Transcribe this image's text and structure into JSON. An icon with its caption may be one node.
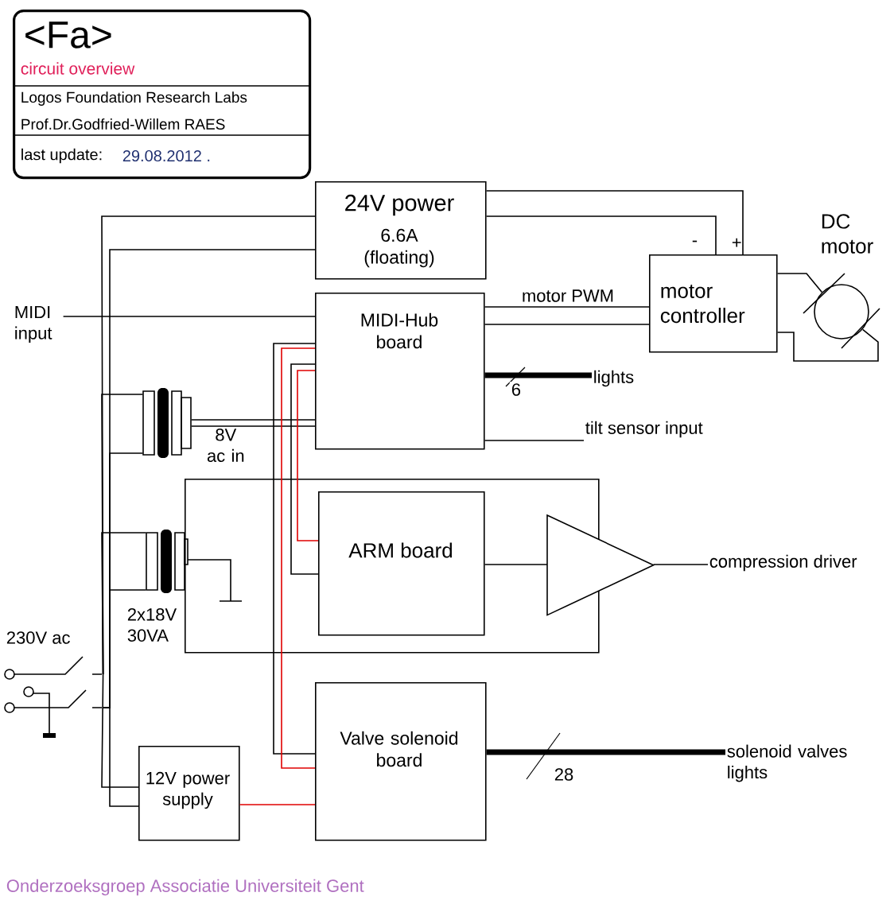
{
  "diagram": {
    "nodes": [
      {
        "text": [
          "<Fa>",
          "circuit overview",
          "Logos Foundation Research Labs",
          "Prof.Dr.Godfried-Willem RAES",
          "last update:",
          "29.08.2012 ."
        ]
      },
      {
        "text": [
          "24V power",
          "6.6A (floating)"
        ]
      },
      {
        "text": [
          "motor controller"
        ],
        "beside": [
          "-",
          "+"
        ]
      },
      {
        "text": [
          "DC motor"
        ]
      },
      {
        "text": [
          "MIDI-Hub board"
        ]
      },
      {
        "text": [
          "MIDI input"
        ]
      },
      {
        "text": [
          "lights"
        ]
      },
      {
        "text": [
          "tilt sensor input"
        ]
      },
      {
        "text": [],
        "shape": "transformer",
        "beside": [
          "8V ac in"
        ]
      },
      {
        "text": [],
        "shape": "box"
      },
      {
        "text": [
          "ARM board"
        ],
        "in": 9
      },
      {
        "text": [],
        "shape": "triangle"
      },
      {
        "text": [
          "compression driver"
        ]
      },
      {
        "text": [],
        "shape": "transformer",
        "beside": [
          "2x18V 30VA"
        ]
      },
      {
        "text": [],
        "shape": "switch",
        "beside": [
          "230V ac"
        ]
      },
      {
        "text": [
          "12V power supply"
        ]
      },
      {
        "text": [
          "Valve solenoid board"
        ]
      },
      {
        "text": [
          "solenoid valves lights"
        ]
      }
    ],
    "edges": [
      {
        "from": 1,
        "to": 2,
        "arrow": "none"
      },
      {
        "from": 1,
        "to": 2,
        "arrow": "none"
      },
      {
        "from": 2,
        "to": 3,
        "arrow": "none"
      },
      {
        "from": 2,
        "to": 3,
        "arrow": "none"
      },
      {
        "from": 4,
        "to": 2,
        "arrow": "none",
        "label": "motor PWM"
      },
      {
        "from": 4,
        "to": 2,
        "arrow": "none"
      },
      {
        "from": 5,
        "to": 4,
        "arrow": "none"
      },
      {
        "from": 4,
        "to": 6,
        "arrow": "none",
        "style": "thick",
        "label": "6"
      },
      {
        "from": 4,
        "to": 7,
        "arrow": "none"
      },
      {
        "from": 8,
        "to": 4,
        "arrow": "none"
      },
      {
        "from": 8,
        "to": 4,
        "arrow": "none"
      },
      {
        "from": 4,
        "to": 16,
        "arrow": "none"
      },
      {
        "from": 4,
        "to": 16,
        "arrow": "none",
        "color": "#e00000"
      },
      {
        "from": 4,
        "to": 10,
        "arrow": "none"
      },
      {
        "from": 4,
        "to": 10,
        "arrow": "none",
        "color": "#e00000"
      },
      {
        "from": 10,
        "to": 11,
        "arrow": "none"
      },
      {
        "from": 11,
        "to": 12,
        "arrow": "none"
      },
      {
        "from": 14,
        "to": 1,
        "arrow": "none"
      },
      {
        "from": 14,
        "to": 1,
        "arrow": "none"
      },
      {
        "from": 14,
        "to": 8,
        "arrow": "none"
      },
      {
        "from": 14,
        "to": 8,
        "arrow": "none"
      },
      {
        "from": 14,
        "to": 13,
        "arrow": "none"
      },
      {
        "from": 14,
        "to": 13,
        "arrow": "none"
      },
      {
        "from": 14,
        "to": 15,
        "arrow": "none"
      },
      {
        "from": 14,
        "to": 15,
        "arrow": "none"
      },
      {
        "from": 15,
        "to": 16,
        "arrow": "none",
        "color": "#e00000"
      },
      {
        "from": 16,
        "to": 17,
        "arrow": "none",
        "style": "thick",
        "label": "28"
      }
    ],
    "labels": [
      "Onderzoeksgroep Associatie Universiteit Gent"
    ]
  }
}
